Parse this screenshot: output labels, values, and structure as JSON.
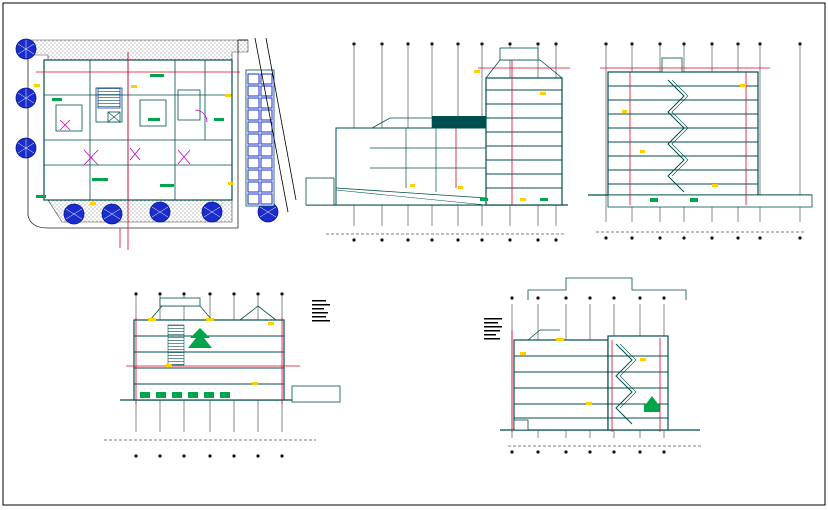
{
  "drawing": {
    "domain": "architectural-cad-sheet",
    "colors": {
      "background": "#ffffff",
      "frame": "#000000",
      "structure": "#004f4f",
      "line": "#0a2d5c",
      "axis": "#111111",
      "accent_red": "#e0002a",
      "accent_yellow": "#ffd000",
      "accent_green": "#00a44a",
      "accent_blue": "#1a2ccc",
      "accent_magenta": "#d000c8",
      "hatch": "#7a7a7a"
    },
    "views": [
      {
        "id": "ground-floor-plan",
        "kind": "plan"
      },
      {
        "id": "section-a",
        "kind": "section"
      },
      {
        "id": "section-b",
        "kind": "section"
      },
      {
        "id": "section-c",
        "kind": "section"
      },
      {
        "id": "section-d",
        "kind": "section"
      }
    ],
    "icons": [
      "tree-symbol-icon",
      "parking-stall-icon",
      "stair-icon",
      "grid-axis-bubble-icon"
    ]
  }
}
